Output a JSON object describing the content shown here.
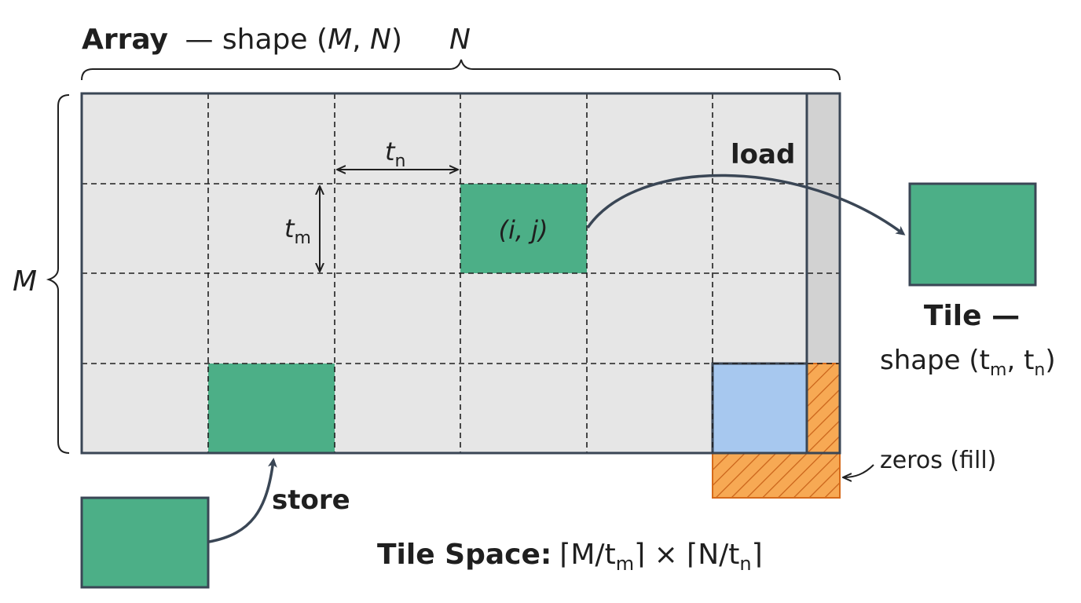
{
  "title": {
    "array_word": "Array",
    "shape_text": "— shape (",
    "M": "M",
    "comma": ", ",
    "N": "N",
    "close": ")"
  },
  "dims": {
    "N": "N",
    "M": "M"
  },
  "tile_size": {
    "tn_t": "t",
    "tn_sub": "n",
    "tm_t": "t",
    "tm_sub": "m"
  },
  "tile_index": "(i, j)",
  "labels": {
    "load": "load",
    "store": "store",
    "zeros": "zeros (fill)"
  },
  "tile_caption": {
    "line1": "Tile —",
    "line2_prefix": "shape (t",
    "line2_sub1": "m",
    "line2_mid": ", t",
    "line2_sub2": "n",
    "line2_suffix": ")"
  },
  "tile_space": {
    "label": "Tile Space:",
    "part1": "⌈M/t",
    "sub1": "m",
    "part2": "⌉ × ⌈N/t",
    "sub2": "n",
    "part3": "⌉"
  },
  "colors": {
    "array_fill": "#e6e6e6",
    "pad_strip": "#d2d2d2",
    "tile_green": "#4caf87",
    "edge_blue": "#a7c8ef",
    "zero_orange": "#f7a954",
    "zero_stroke": "#d66a1a",
    "outline": "#3a4655"
  }
}
